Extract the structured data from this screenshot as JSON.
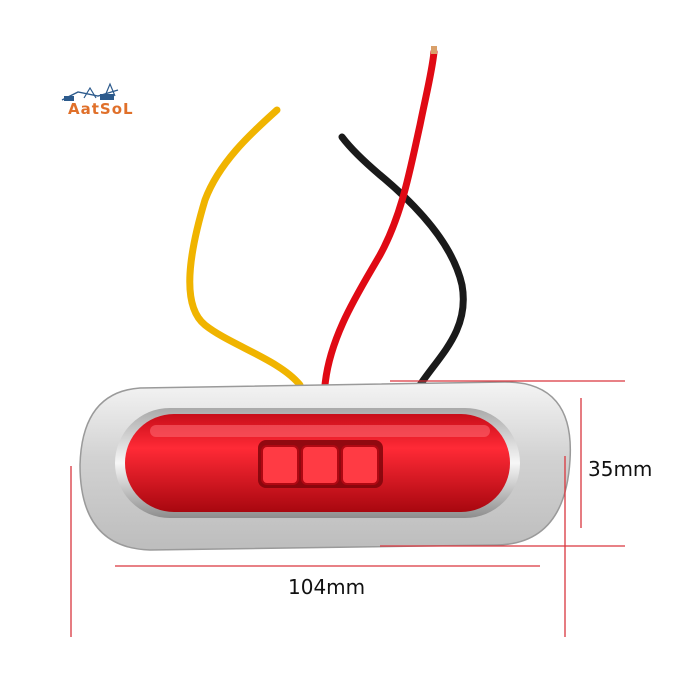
{
  "brand": {
    "logo_text": "AatSoL"
  },
  "dimensions": {
    "height_label": "35mm",
    "width_label": "104mm"
  },
  "colors": {
    "dimension_lines": "#d9363e",
    "lens_red": "#d8101c",
    "chrome": "#d9d9d9",
    "wire_yellow": "#f0b400",
    "wire_red": "#e00a14",
    "wire_black": "#1a1a1a"
  }
}
